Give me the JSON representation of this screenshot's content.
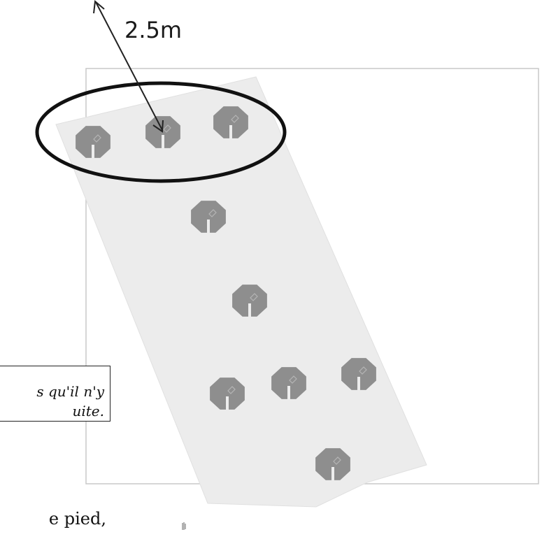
{
  "dimension_label": "2.5m",
  "caption": {
    "line1": "s qu'il n'y",
    "line2": "uite."
  },
  "body_text": "e pied,",
  "colors": {
    "frame": "#c8c8c8",
    "floor": "#ececec",
    "pad": "#8e8e8e",
    "ellipse": "#111111",
    "arrow": "#222222"
  }
}
